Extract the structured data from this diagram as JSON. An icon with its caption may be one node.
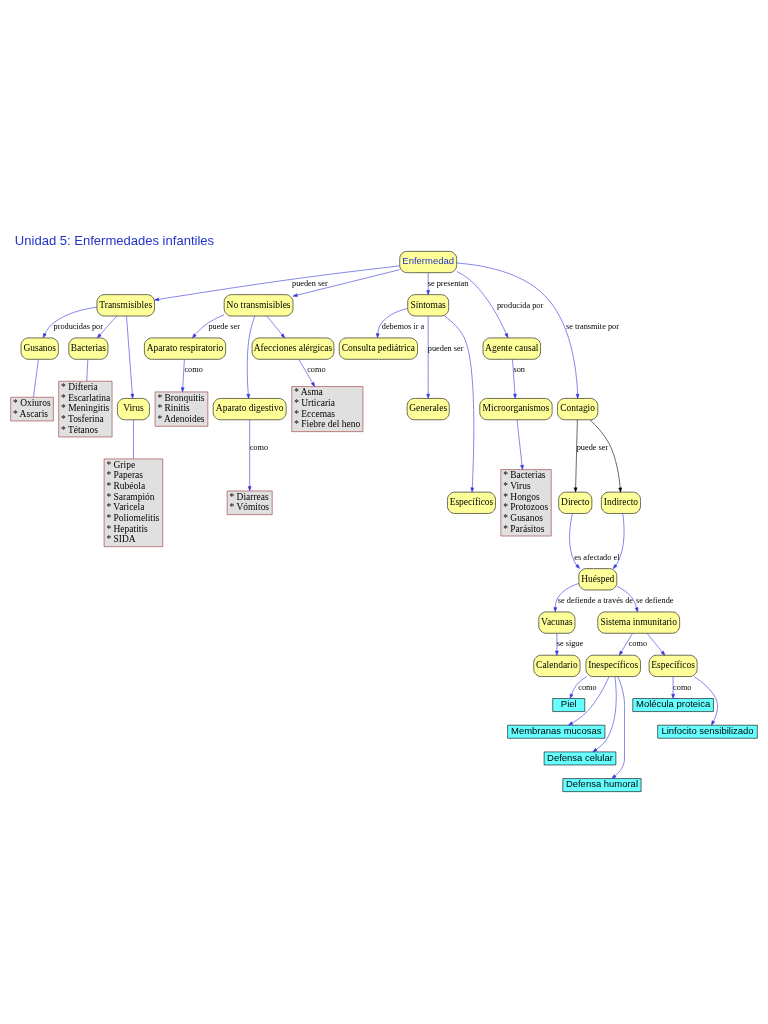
{
  "diagram": {
    "title": "Unidad 5: Enfermedades infantiles",
    "nodes": [
      {
        "text": [
          "Enfermedad"
        ]
      },
      {
        "text": [
          "Transmisibles"
        ]
      },
      {
        "text": [
          "No transmisibles"
        ]
      },
      {
        "text": [
          "Gusanos"
        ]
      },
      {
        "text": [
          "Bacterias"
        ]
      },
      {
        "text": [
          "Virus"
        ]
      },
      {
        "text": [
          "* Oxiuros",
          "* Ascaris"
        ]
      },
      {
        "text": [
          "* Difteria",
          "* Escarlatina",
          "* Meningitis",
          "* Tosferina",
          "* Tétanos"
        ]
      },
      {
        "text": [
          "* Gripe",
          "* Paperas",
          "* Rubéola",
          "* Sarampión",
          "* Varicela",
          "* Poliomelitis",
          "* Hepatitis",
          "* SIDA"
        ]
      },
      {
        "text": [
          "Aparato respiratorio"
        ]
      },
      {
        "text": [
          "Aparato digestivo"
        ]
      },
      {
        "text": [
          "Afecciones alérgicas"
        ]
      },
      {
        "text": [
          "* Bronquitis",
          "* Rinitis",
          "* Adenoides"
        ]
      },
      {
        "text": [
          "* Diarreas",
          "* Vómitos"
        ]
      },
      {
        "text": [
          "* Asma",
          "* Urticaria",
          "* Eccemas",
          "* Fiebre del heno"
        ]
      },
      {
        "text": [
          "Síntomas"
        ]
      },
      {
        "text": [
          "Consulta pediátrica"
        ]
      },
      {
        "text": [
          "Generales"
        ]
      },
      {
        "text": [
          "Específicos"
        ]
      },
      {
        "text": [
          "Agente causal"
        ]
      },
      {
        "text": [
          "Microorganismos"
        ]
      },
      {
        "text": [
          "* Bacterias",
          "* Virus",
          "* Hongos",
          "* Protozoos",
          "* Gusanos",
          "* Parásitos"
        ]
      },
      {
        "text": [
          "Contagio"
        ]
      },
      {
        "text": [
          "Directo"
        ]
      },
      {
        "text": [
          "Indirecto"
        ]
      },
      {
        "text": [
          "Huésped"
        ]
      },
      {
        "text": [
          "Vacunas"
        ]
      },
      {
        "text": [
          "Calendario"
        ]
      },
      {
        "text": [
          "Sistema inmunitario"
        ]
      },
      {
        "text": [
          "Inespecíficos"
        ]
      },
      {
        "text": [
          "Específicos"
        ]
      },
      {
        "text": [
          "Piel"
        ]
      },
      {
        "text": [
          "Membranas mucosas"
        ]
      },
      {
        "text": [
          "Defensa celular"
        ]
      },
      {
        "text": [
          "Defensa humoral"
        ]
      },
      {
        "text": [
          "Molécula proteica"
        ]
      },
      {
        "text": [
          "Linfocito sensibilizado"
        ]
      }
    ],
    "edges": [
      {
        "from": 0,
        "to": 1,
        "arrow": "to",
        "label": "pueden ser"
      },
      {
        "from": 0,
        "to": 2,
        "arrow": "to"
      },
      {
        "from": 1,
        "to": 3,
        "arrow": "to",
        "label": "producidas por"
      },
      {
        "from": 1,
        "to": 4,
        "arrow": "to"
      },
      {
        "from": 1,
        "to": 5,
        "arrow": "to"
      },
      {
        "from": 3,
        "to": 6,
        "arrow": "none"
      },
      {
        "from": 4,
        "to": 7,
        "arrow": "none"
      },
      {
        "from": 5,
        "to": 8,
        "arrow": "none"
      },
      {
        "from": 2,
        "to": 9,
        "arrow": "to",
        "label": "puede ser"
      },
      {
        "from": 2,
        "to": 10,
        "arrow": "to"
      },
      {
        "from": 2,
        "to": 11,
        "arrow": "to"
      },
      {
        "from": 9,
        "to": 12,
        "arrow": "to",
        "label": "como"
      },
      {
        "from": 10,
        "to": 13,
        "arrow": "to",
        "label": "como"
      },
      {
        "from": 11,
        "to": 14,
        "arrow": "to",
        "label": "como"
      },
      {
        "from": 0,
        "to": 15,
        "arrow": "to",
        "label": "se presentan"
      },
      {
        "from": 15,
        "to": 16,
        "arrow": "to",
        "label": "debemos ir a"
      },
      {
        "from": 15,
        "to": 17,
        "arrow": "to",
        "label": "pueden ser"
      },
      {
        "from": 15,
        "to": 18,
        "arrow": "to"
      },
      {
        "from": 0,
        "to": 19,
        "arrow": "to",
        "label": "producida por"
      },
      {
        "from": 19,
        "to": 20,
        "arrow": "to",
        "label": "son"
      },
      {
        "from": 20,
        "to": 21,
        "arrow": "to"
      },
      {
        "from": 0,
        "to": 22,
        "arrow": "to",
        "label": "se transmite por"
      },
      {
        "from": 22,
        "to": 23,
        "arrow": "to",
        "label": "puede ser",
        "color": "#000000"
      },
      {
        "from": 22,
        "to": 24,
        "arrow": "to",
        "color": "#000000"
      },
      {
        "from": 23,
        "to": 25,
        "arrow": "to",
        "label": "es afectado el"
      },
      {
        "from": 24,
        "to": 25,
        "arrow": "to"
      },
      {
        "from": 25,
        "to": 26,
        "arrow": "to",
        "label": "se defiende a través de"
      },
      {
        "from": 25,
        "to": 28,
        "arrow": "to",
        "label": "se defiende"
      },
      {
        "from": 26,
        "to": 27,
        "arrow": "to",
        "label": "se sigue"
      },
      {
        "from": 28,
        "to": 29,
        "arrow": "to",
        "label": "como"
      },
      {
        "from": 28,
        "to": 30,
        "arrow": "to"
      },
      {
        "from": 29,
        "to": 31,
        "arrow": "to",
        "label": "como"
      },
      {
        "from": 29,
        "to": 32,
        "arrow": "to"
      },
      {
        "from": 29,
        "to": 33,
        "arrow": "to"
      },
      {
        "from": 29,
        "to": 34,
        "arrow": "to"
      },
      {
        "from": 30,
        "to": 35,
        "arrow": "to",
        "label": "como"
      },
      {
        "from": 30,
        "to": 36,
        "arrow": "to"
      }
    ]
  }
}
